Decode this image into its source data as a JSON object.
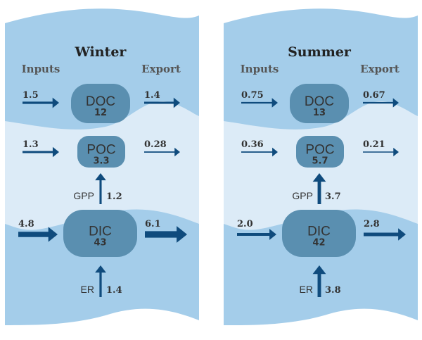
{
  "colors": {
    "water_dark": "#a4cdea",
    "water_light": "#dcebf7",
    "box": "#5a8fb0",
    "arrow": "#0f4b7d",
    "text": "#333333"
  },
  "panels": [
    {
      "title": "Winter",
      "inputs_label": "Inputs",
      "export_label": "Export",
      "doc": {
        "label": "DOC",
        "value": "12",
        "input": 1.5,
        "export": 1.4
      },
      "poc": {
        "label": "POC",
        "value": "3.3",
        "input": 1.3,
        "export": 0.28
      },
      "dic": {
        "label": "DIC",
        "value": "43",
        "input": 4.8,
        "export": 6.1
      },
      "gpp": {
        "label": "GPP",
        "value": 1.2
      },
      "er": {
        "label": "ER",
        "value": 1.4
      }
    },
    {
      "title": "Summer",
      "inputs_label": "Inputs",
      "export_label": "Export",
      "doc": {
        "label": "DOC",
        "value": "13",
        "input": 0.75,
        "export": 0.67
      },
      "poc": {
        "label": "POC",
        "value": "5.7",
        "input": 0.36,
        "export": 0.21
      },
      "dic": {
        "label": "DIC",
        "value": "42",
        "input": "2.0",
        "export": 2.8
      },
      "gpp": {
        "label": "GPP",
        "value": 3.7
      },
      "er": {
        "label": "ER",
        "value": 3.8
      }
    }
  ]
}
